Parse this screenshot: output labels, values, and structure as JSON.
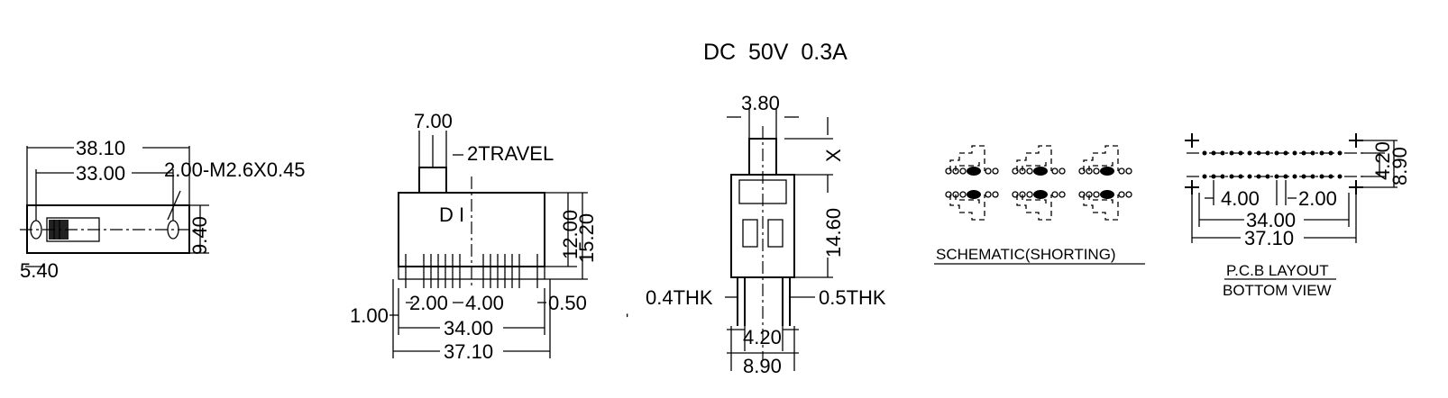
{
  "rating": "DC  50V  0.3A",
  "top_view": {
    "overall_length": "38.10",
    "hole_pitch": "33.00",
    "mount_hole": "2.00-M2.6X0.45",
    "height": "9.40",
    "end_offset": "5.40"
  },
  "front_view": {
    "actuator_width": "7.00",
    "travel": "2TRAVEL",
    "housing_height": "12.00",
    "overall_height": "15.20",
    "pin_edge": "1.00",
    "pin_pitch": "2.00",
    "group_pitch": "4.00",
    "pin_thickness_right": "0.50",
    "pin_span": "34.00",
    "overall_length": "37.10"
  },
  "side_view": {
    "actuator_width": "3.80",
    "actuator_label": "X",
    "body_height": "14.60",
    "thk_left": "0.4THK",
    "thk_right": "0.5THK",
    "row_spacing": "4.20",
    "overall_width": "8.90"
  },
  "schematic": {
    "label": "SCHEMATIC(SHORTING)"
  },
  "pcb_layout": {
    "row_spacing": "4.20",
    "overall_width": "8.90",
    "group_pitch": "4.00",
    "pin_pitch": "2.00",
    "pin_span": "34.00",
    "overall_length": "37.10",
    "label_line1": "P.C.B LAYOUT",
    "label_line2": "BOTTOM VIEW"
  }
}
